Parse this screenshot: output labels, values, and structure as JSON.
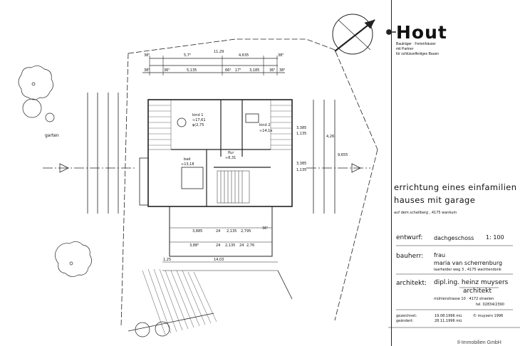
{
  "plan": {
    "garden_label": "garten",
    "top_dim": "11,29",
    "dims_row1": [
      "38⁵",
      "5,7⁰",
      "4,635",
      "38⁵"
    ],
    "dims_row2": [
      "38⁵",
      "36⁵",
      "5,135",
      "66⁵",
      "17⁵",
      "3,185",
      "36⁵",
      "38⁵"
    ],
    "rooms": [
      {
        "name": "kind 1",
        "area": "≈17,61",
        "extra": "φ(2,75"
      },
      {
        "name": "kind 2",
        "area": "≈14,1e"
      },
      {
        "name": "flur",
        "area": "≈6,31"
      },
      {
        "name": "bad",
        "area": "≈13,18"
      }
    ],
    "bottom_dims_1": [
      "3,885",
      "24",
      "2,135",
      "2,795",
      "36⁵"
    ],
    "bottom_dims_2": [
      "3,88⁵",
      "24",
      "2,135",
      "24",
      "2,76"
    ],
    "bottom_total": "14,03",
    "bottom_left": "1,25",
    "right_dims": [
      "3,385",
      "1,135",
      "3,385",
      "1,135"
    ],
    "right_total": "9,655",
    "right_sub": "4,26"
  },
  "logo": {
    "brand": "Hout",
    "line1": "Bauträger · Ferienhäuser",
    "line2": "mit Partner",
    "line3": "für schlüsselfertiges Bauen"
  },
  "title_block": {
    "title_line1": "errichtung eines einfamilien",
    "title_line2": "hauses mit garage",
    "location": "auf dem scheilberg , 4175 wankum",
    "entwurf_label": "entwurf:",
    "entwurf_value": "dachgeschoss",
    "scale": "1: 100",
    "bauherr_label": "bauherr:",
    "bauherr_name1": "frau",
    "bauherr_name2": "maria van scherrenburg",
    "bauherr_address": "laarheider weg 3 , 4175 wachtendonk",
    "architekt_label": "architekt:",
    "architekt_name1": "dipl.ing. heinz muysers",
    "architekt_name2": "architekt",
    "architekt_address": "mühlenstrasse 10 · 4172 straelen",
    "architekt_tel": "tel. 02834/2390",
    "gezeichnet_label": "gezeichnet:",
    "gezeichnet_value": "19.08.1996 mü",
    "geaendert_label": "geändert:",
    "geaendert_value": "28.11.1996 mü",
    "copyright": "© muysers 1996"
  },
  "watermark": "Il-Immobilien GmbH"
}
